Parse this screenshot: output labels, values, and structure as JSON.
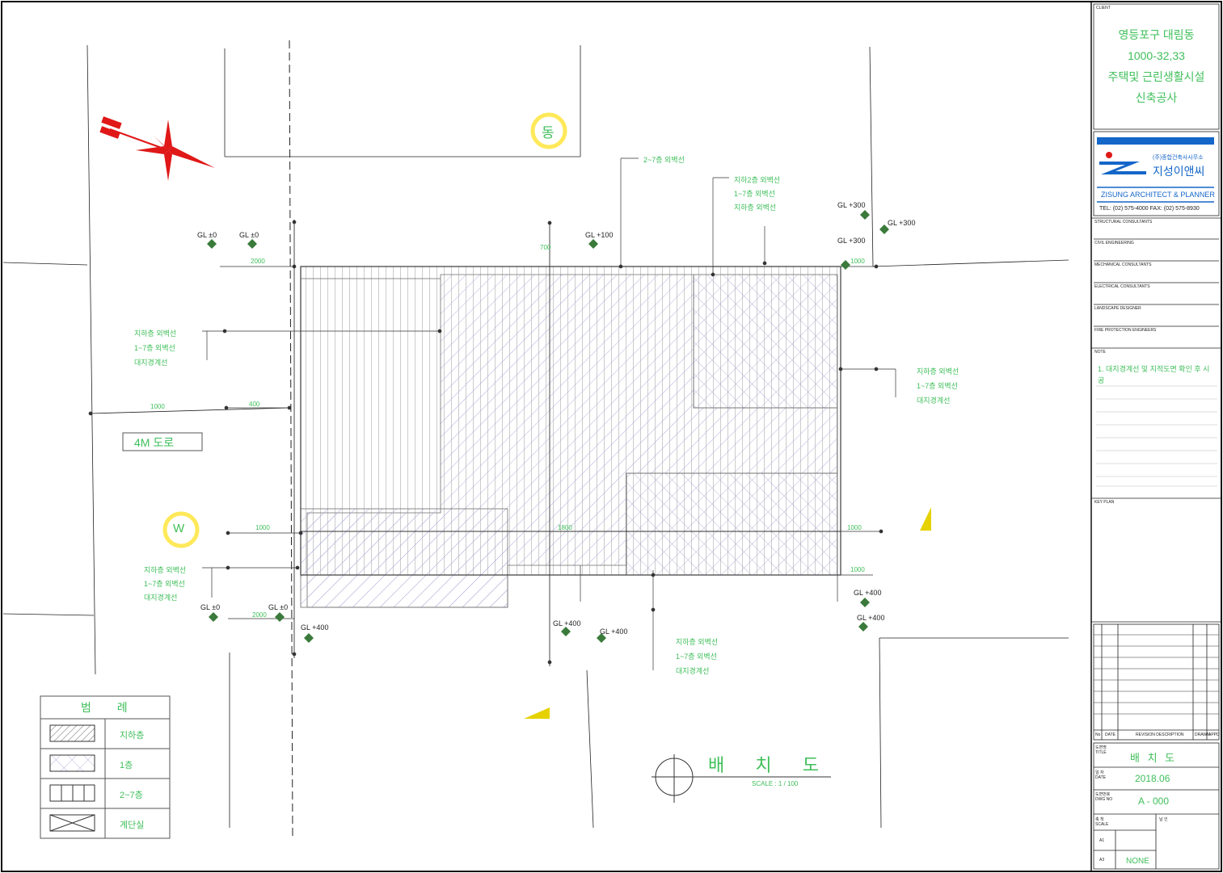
{
  "colors": {
    "line": "#1a1a1a",
    "drawing": "#3fbf5a",
    "yellow": "#e6d200",
    "hatch": "#a9a9d8",
    "north": "#e01818",
    "logo_blue": "#1466c8"
  },
  "plan": {
    "direction_east": "동",
    "direction_west": "W",
    "road_label": "4M 도로",
    "drawing_title": "배 치 도",
    "drawing_scale": "SCALE : 1 / 100",
    "gl_labels": [
      "GL ±0",
      "GL ±0",
      "GL +100",
      "GL +300",
      "GL +300",
      "GL +300",
      "GL ±0",
      "GL ±0",
      "GL +400",
      "GL +400",
      "GL +400",
      "GL +400",
      "GL +400"
    ],
    "callouts": {
      "top_single": "2~7층 외벽선",
      "top_group": [
        "지하2층 외벽선",
        "1~7층 외벽선",
        "지하층 외벽선"
      ],
      "left_upper": [
        "지하층 외벽선",
        "1~7층 외벽선",
        "대지경계선"
      ],
      "left_lower": [
        "지하층 외벽선",
        "1~7층 외벽선",
        "대지경계선"
      ],
      "right_group": [
        "지하층 외벽선",
        "1~7층 외벽선",
        "대지경계선"
      ],
      "bottom_group": [
        "지하층 외벽선",
        "1~7층 외벽선",
        "대지경계선"
      ]
    },
    "dims": [
      "2000",
      "1000",
      "400",
      "1000",
      "2000",
      "1000",
      "1000",
      "1800",
      "1000",
      "700"
    ]
  },
  "legend": {
    "title": "범 례",
    "items": [
      {
        "label": "지하층"
      },
      {
        "label": "1층"
      },
      {
        "label": "2~7층"
      },
      {
        "label": "계단실"
      }
    ]
  },
  "title_block": {
    "client_label": "CLIENT",
    "project_lines": [
      "영등포구 대림동",
      "1000-32,33",
      "주택및 근린생활시설",
      "신축공사"
    ],
    "firm_korean_small": "(주)종합건축사사무소",
    "firm_korean": "지성이앤씨",
    "firm_english": "ZISUNG ARCHITECT & PLANNER",
    "firm_contact": "TEL: (02) 575-4000  FAX: (02) 575-8930",
    "consultants": [
      "STRUCTURAL CONSULTANTS",
      "CIVIL ENGINEERING",
      "MECHANICAL CONSULTANTS",
      "ELECTRICAL CONSULTANTS",
      "LANDSCAPE DESIGNER",
      "FIRE PROTECTION ENGINEERS"
    ],
    "note_label": "NOTE",
    "note_text": "1. 대지경계선 및 지적도면 확인 후 시공",
    "key_plan_label": "KEY PLAN",
    "rev_headers": [
      "No",
      "DATE",
      "REVISION DESCRIPTION",
      "DRAWN",
      "APPD"
    ],
    "title_label": "도면명 TITLE",
    "title_value": "배 치 도",
    "date_label": "일 자 DATE",
    "date_value": "2018.06",
    "dwg_no_label": "도면번호 DWG NO",
    "dwg_no_value": "A - 000",
    "scale_label": "축 척 SCALE",
    "scale_a1": "A1",
    "scale_a3": "A3",
    "scale_value": "NONE",
    "sign_label": "날 인"
  }
}
